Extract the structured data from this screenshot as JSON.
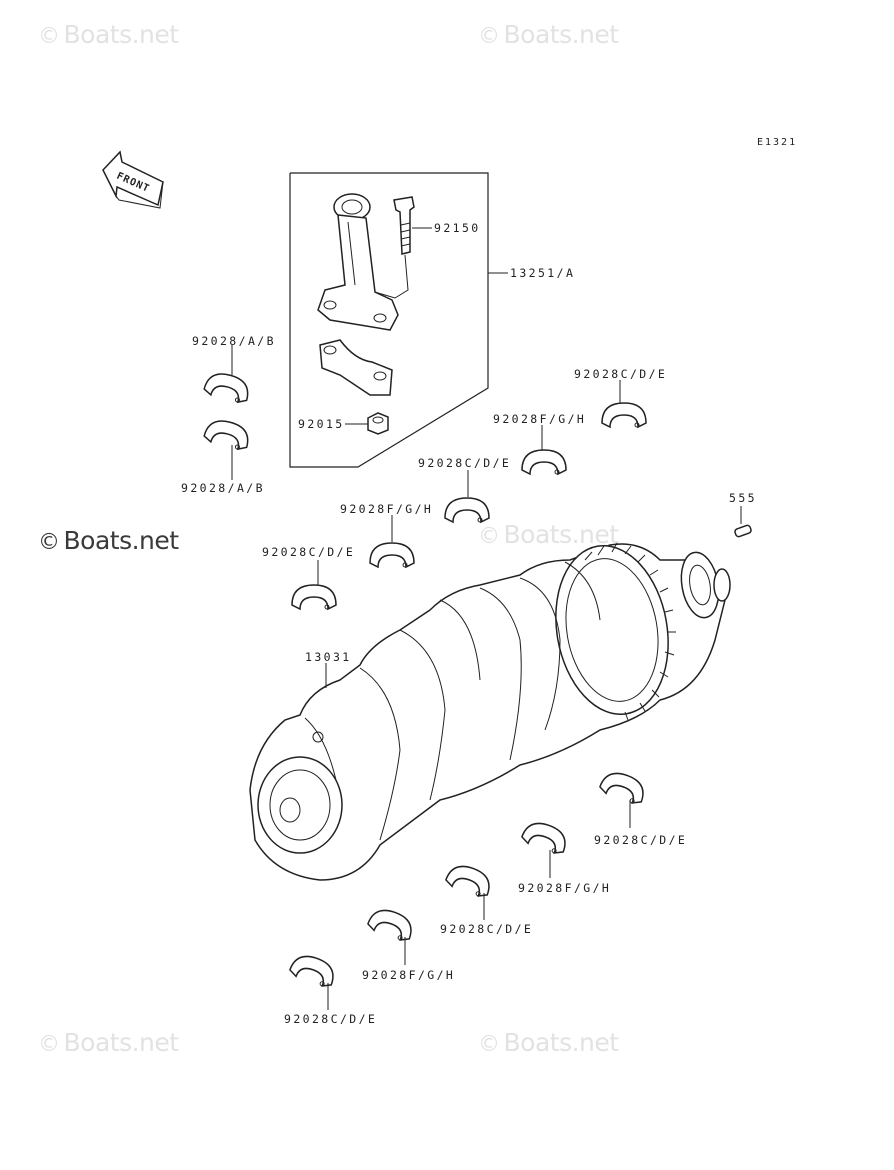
{
  "diagram_code": "E1321",
  "front_label": "FRONT",
  "watermarks": [
    {
      "text": "Boats.net",
      "symbol": "©"
    },
    {
      "text": "Boats.net",
      "symbol": "©"
    },
    {
      "text": "Boats.net",
      "symbol": "©"
    },
    {
      "text": "Boats.net",
      "symbol": "©"
    },
    {
      "text": "Boats.net",
      "symbol": "©"
    },
    {
      "text": "Boats.net",
      "symbol": "©"
    }
  ],
  "parts": {
    "p92150": "92150",
    "p13251": "13251/A",
    "p92028ab_top": "92028/A/B",
    "p92028ab_bot": "92028/A/B",
    "p92015": "92015",
    "p92028cde_1": "92028C/D/E",
    "p92028fgh_1": "92028F/G/H",
    "p92028cde_2": "92028C/D/E",
    "p92028fgh_2": "92028F/G/H",
    "p92028cde_3": "92028C/D/E",
    "p555": "555",
    "p13031": "13031",
    "p92028cde_4": "92028C/D/E",
    "p92028fgh_3": "92028F/G/H",
    "p92028cde_5": "92028C/D/E",
    "p92028fgh_4": "92028F/G/H",
    "p92028cde_6": "92028C/D/E"
  },
  "colors": {
    "line": "#222222",
    "watermark": "#e2e2e2",
    "background": "#ffffff"
  }
}
